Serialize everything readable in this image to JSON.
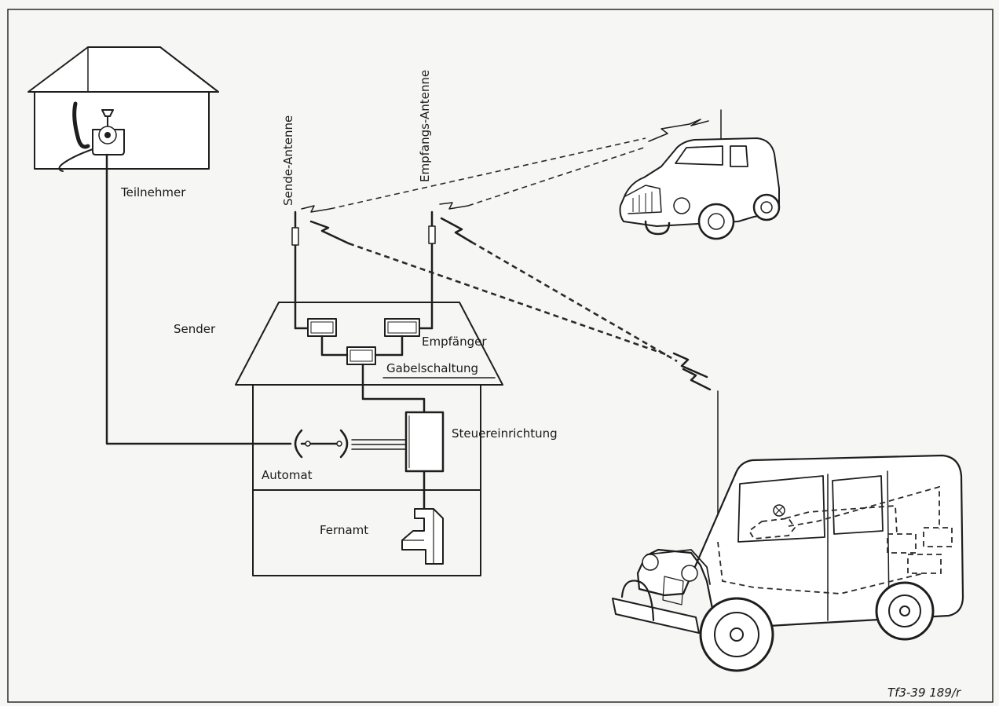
{
  "labels": {
    "teilnehmer": "Teilnehmer",
    "sende_antenne": "Sende-Antenne",
    "empfangs_antenne": "Empfangs-Antenne",
    "sender": "Sender",
    "empfaenger": "Empfänger",
    "gabelschaltung": "Gabelschaltung",
    "steuereinrichtung": "Steuereinrichtung",
    "automat": "Automat",
    "fernamt": "Fernamt"
  },
  "figure_code": "Tf3-39 189/r"
}
